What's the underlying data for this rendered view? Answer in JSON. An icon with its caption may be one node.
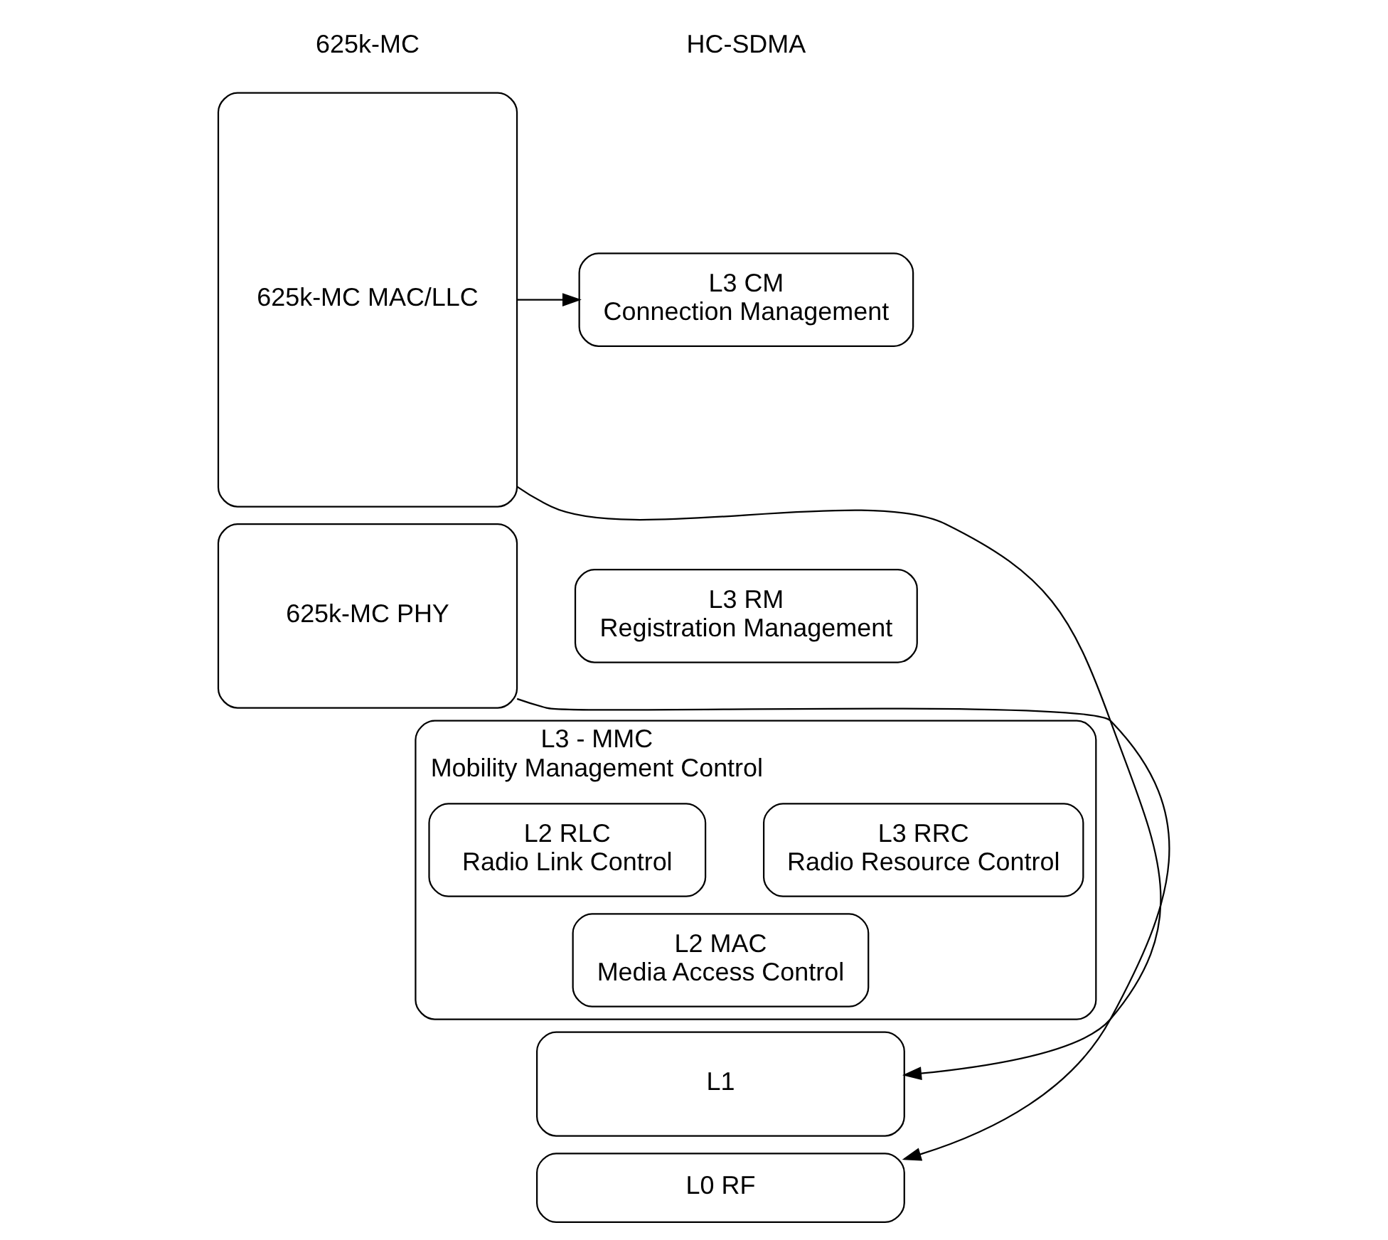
{
  "diagram": {
    "nodes": [
      {
        "text": [
          "625k-MC MAC/LLC"
        ]
      },
      {
        "text": [
          "625k-MC PHY"
        ]
      },
      {
        "text": [
          "L3 CM",
          "Connection Management"
        ]
      },
      {
        "text": [
          "L3 RM",
          "Registration Management"
        ]
      },
      {
        "text": [
          "L3 - MMC",
          "Mobility Management Control"
        ]
      },
      {
        "text": [
          "L3 RRC",
          "Radio Resource Control"
        ],
        "in": 4
      },
      {
        "text": [
          "L2 RLC",
          "Radio Link Control"
        ],
        "in": 4
      },
      {
        "text": [
          "L2 MAC",
          "Media Access Control"
        ],
        "in": 4
      },
      {
        "text": [
          "L1"
        ]
      },
      {
        "text": [
          "L0 RF"
        ]
      }
    ],
    "edges": [
      {
        "from": 0,
        "to": 2,
        "arrow": "to"
      },
      {
        "from": 0,
        "to": 8,
        "arrow": "to"
      },
      {
        "from": 1,
        "to": 9,
        "arrow": "to"
      }
    ],
    "labels": [
      "625k-MC",
      "HC-SDMA"
    ]
  }
}
